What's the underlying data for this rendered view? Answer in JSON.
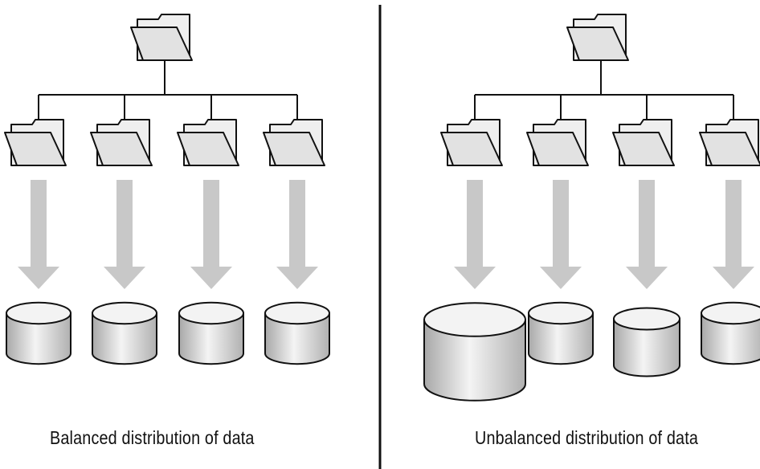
{
  "panels": [
    {
      "id": "balanced",
      "caption": "Balanced distribution of data",
      "storage_sizes": [
        "small",
        "small",
        "small",
        "small"
      ]
    },
    {
      "id": "unbalanced",
      "caption": "Unbalanced distribution of data",
      "storage_sizes": [
        "large",
        "small",
        "medium",
        "small"
      ]
    }
  ],
  "colors": {
    "line": "#111111",
    "arrow": "#c8c8c8",
    "folder_fill": "#ececec",
    "cylinder_dark": "#a9a9a9",
    "cylinder_light": "#f3f3f3"
  },
  "icons": {
    "folder": "folder-icon",
    "storage": "database-cylinder-icon",
    "arrow": "down-arrow-icon"
  }
}
